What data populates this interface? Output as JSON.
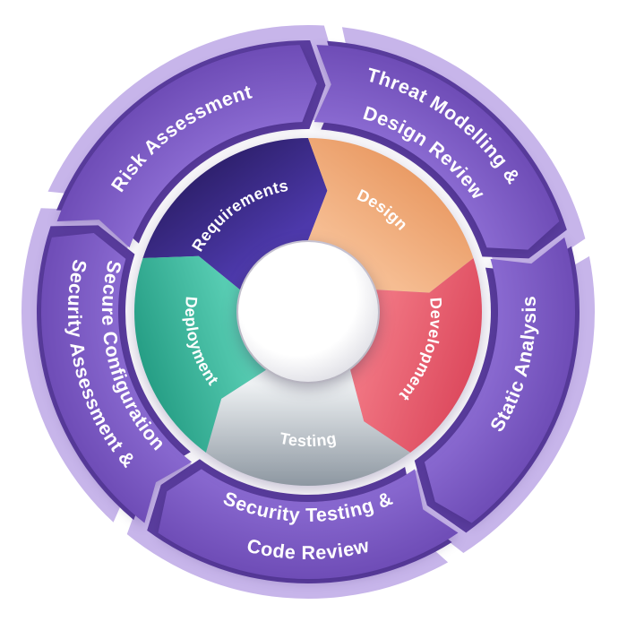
{
  "diagram": {
    "type": "cycle-wheel",
    "description": "Secure software development lifecycle wheel with inner SDLC phases and outer security activities",
    "inner_segments": [
      {
        "label": "Requirements",
        "color_start": "#4d39ab",
        "color_end": "#2f216f"
      },
      {
        "label": "Design",
        "color_start": "#f6bd92",
        "color_end": "#ea9c66"
      },
      {
        "label": "Development",
        "color_start": "#f07481",
        "color_end": "#dd4a5e"
      },
      {
        "label": "Testing",
        "color_start": "#eef1f3",
        "color_end": "#8d97a1"
      },
      {
        "label": "Deployment",
        "color_start": "#57ccb2",
        "color_end": "#269e85"
      }
    ],
    "outer_segments": [
      {
        "label_lines": [
          "Risk Assessment"
        ]
      },
      {
        "label_lines": [
          "Threat Modelling &",
          "Design Review"
        ]
      },
      {
        "label_lines": [
          "Static Analysis"
        ]
      },
      {
        "label_lines": [
          "Security Testing &",
          "Code Review"
        ]
      },
      {
        "label_lines": [
          "Security Assessment &",
          "Secure Configuration"
        ]
      }
    ],
    "colors": {
      "background": "#ffffff",
      "ring_inner_edge": "#8a6ad1",
      "ring_outer_edge": "#6e4cb6",
      "echo_light": "#c7b5ea",
      "echo_dark": "#5a3d9e",
      "label_text": "#ffffff",
      "center_fill": "#ffffff",
      "center_edge": "#d7d7df"
    }
  }
}
